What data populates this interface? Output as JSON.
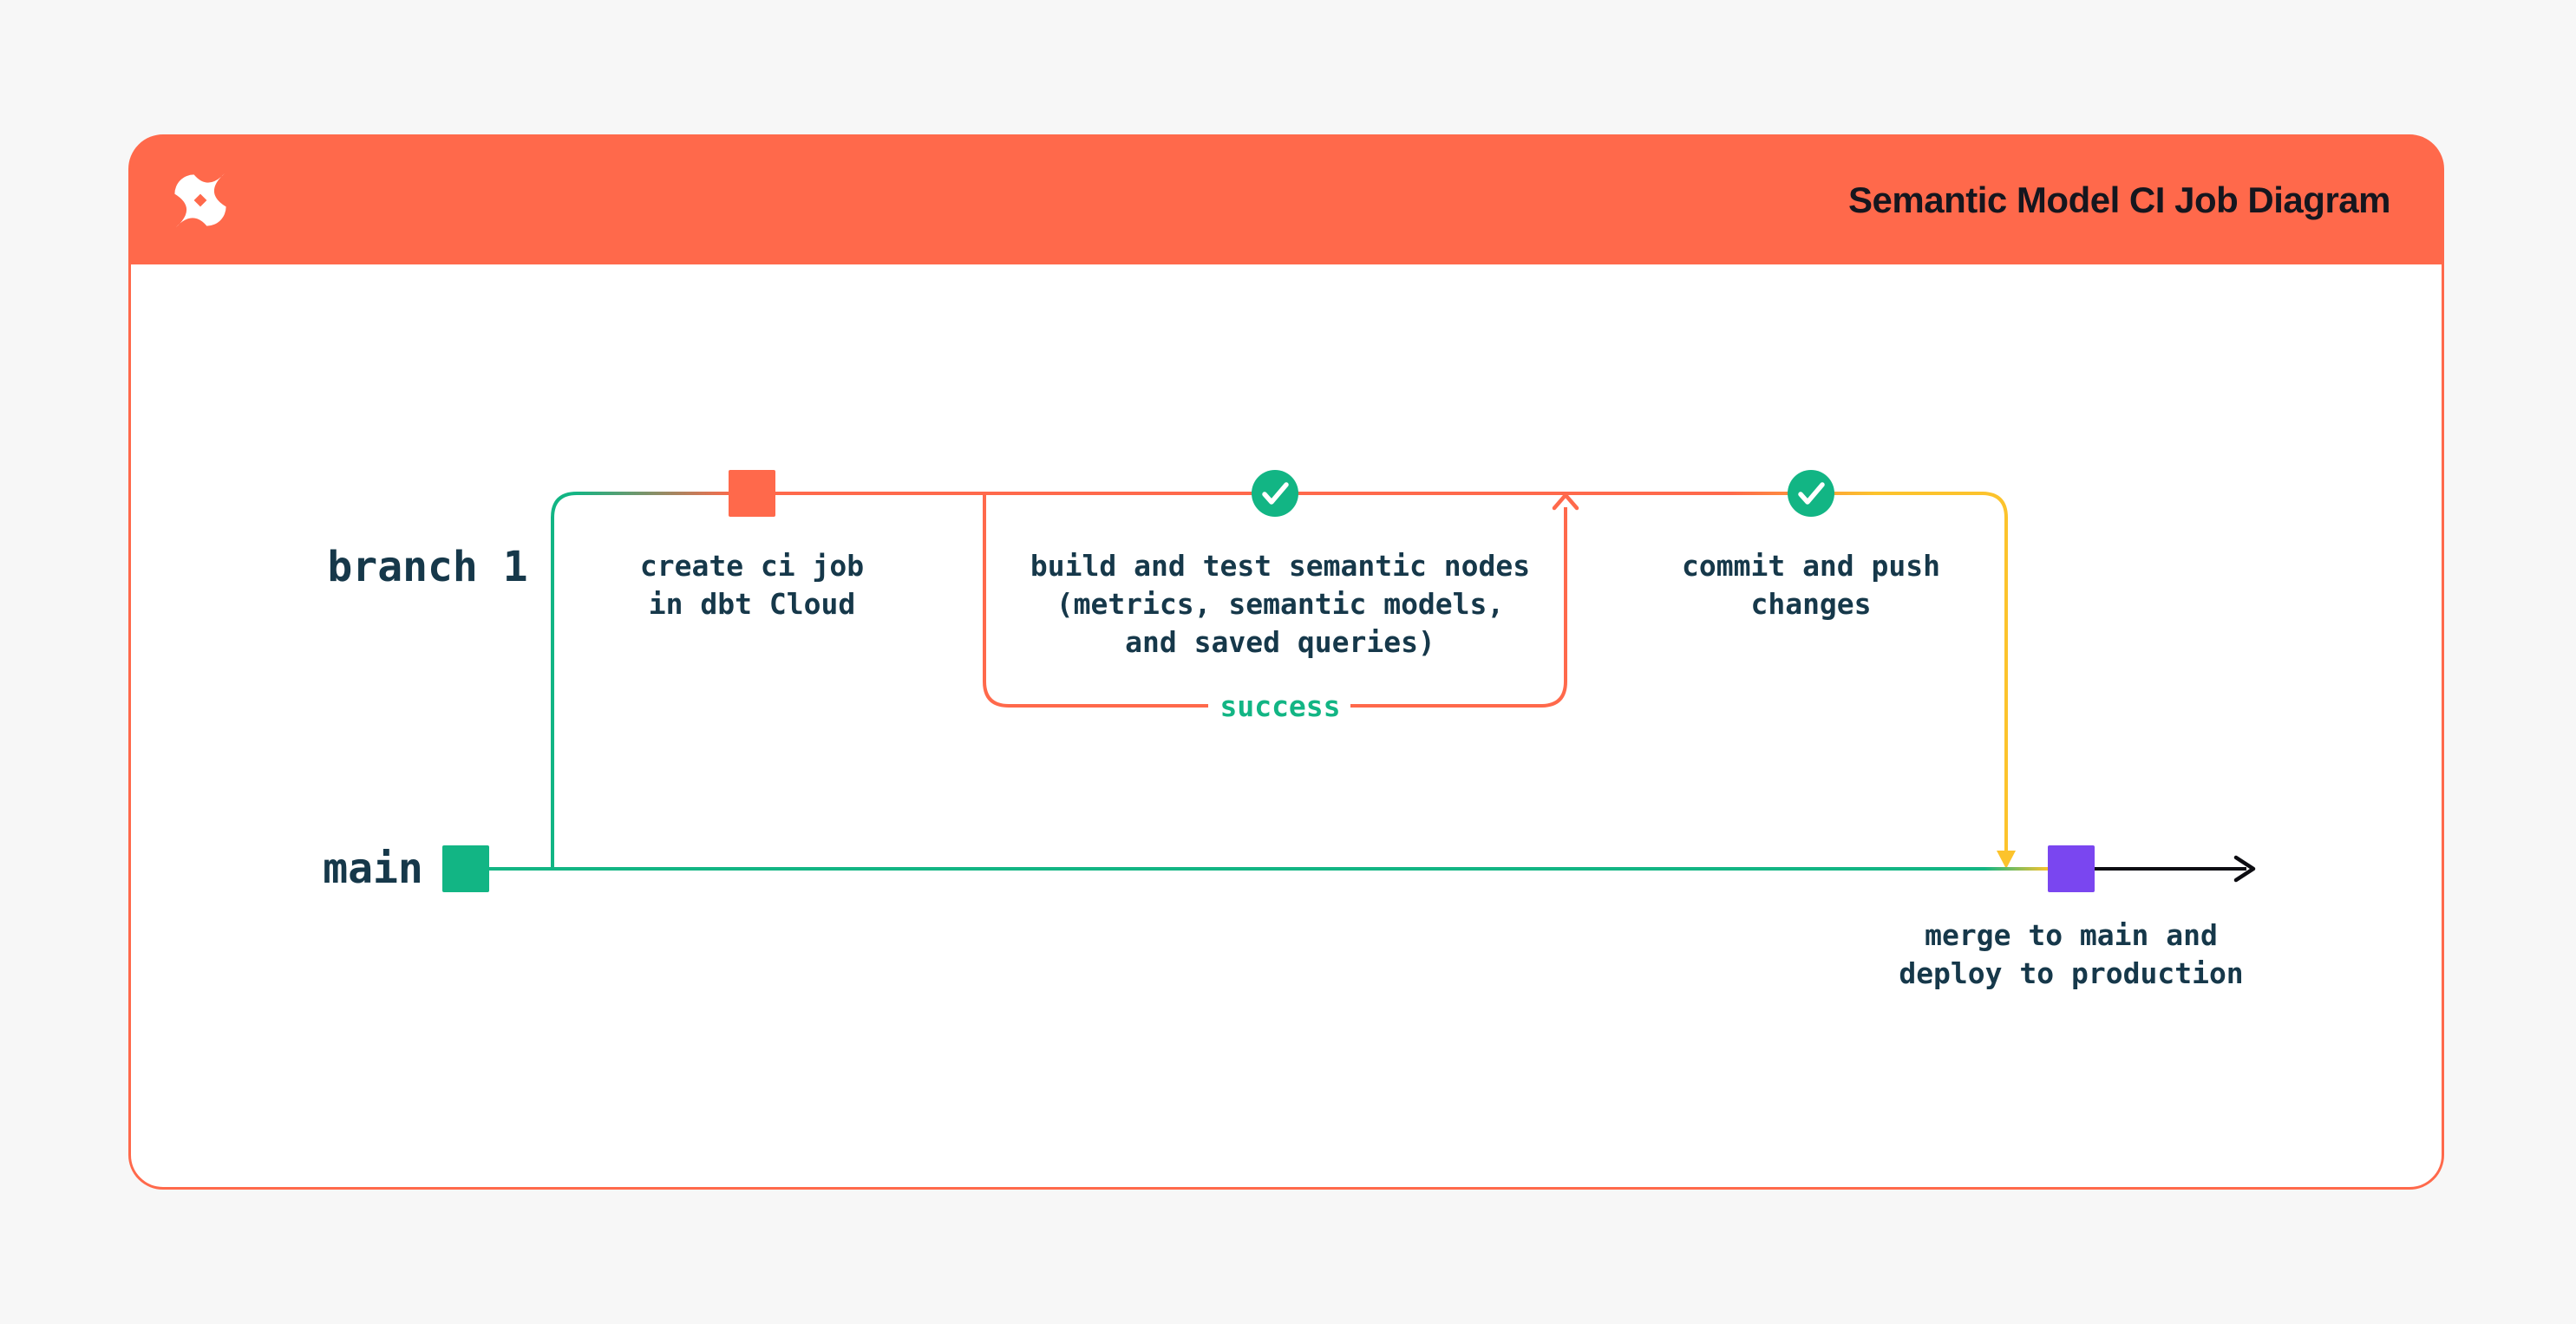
{
  "header": {
    "title": "Semantic Model CI Job Diagram",
    "logo": "dbt-logo",
    "background": "#ff694b"
  },
  "diagram": {
    "branch_label": "branch 1",
    "main_label": "main",
    "nodes": {
      "create_ci": "create ci job\nin dbt Cloud",
      "build_test": "build and test semantic nodes\n(metrics, semantic models,\nand saved queries)",
      "commit_push": "commit and push\nchanges",
      "merge_deploy": "merge to main and\ndeploy to production"
    },
    "loop_label": "success"
  },
  "colors": {
    "orange": "#ff694b",
    "green": "#12b584",
    "yellow": "#fcc32c",
    "purple": "#7a46f0",
    "ink": "#16384a",
    "title_ink": "#15161e",
    "arrow": "#0d0d12",
    "card": "#ffffff",
    "page": "#f7f7f7"
  }
}
